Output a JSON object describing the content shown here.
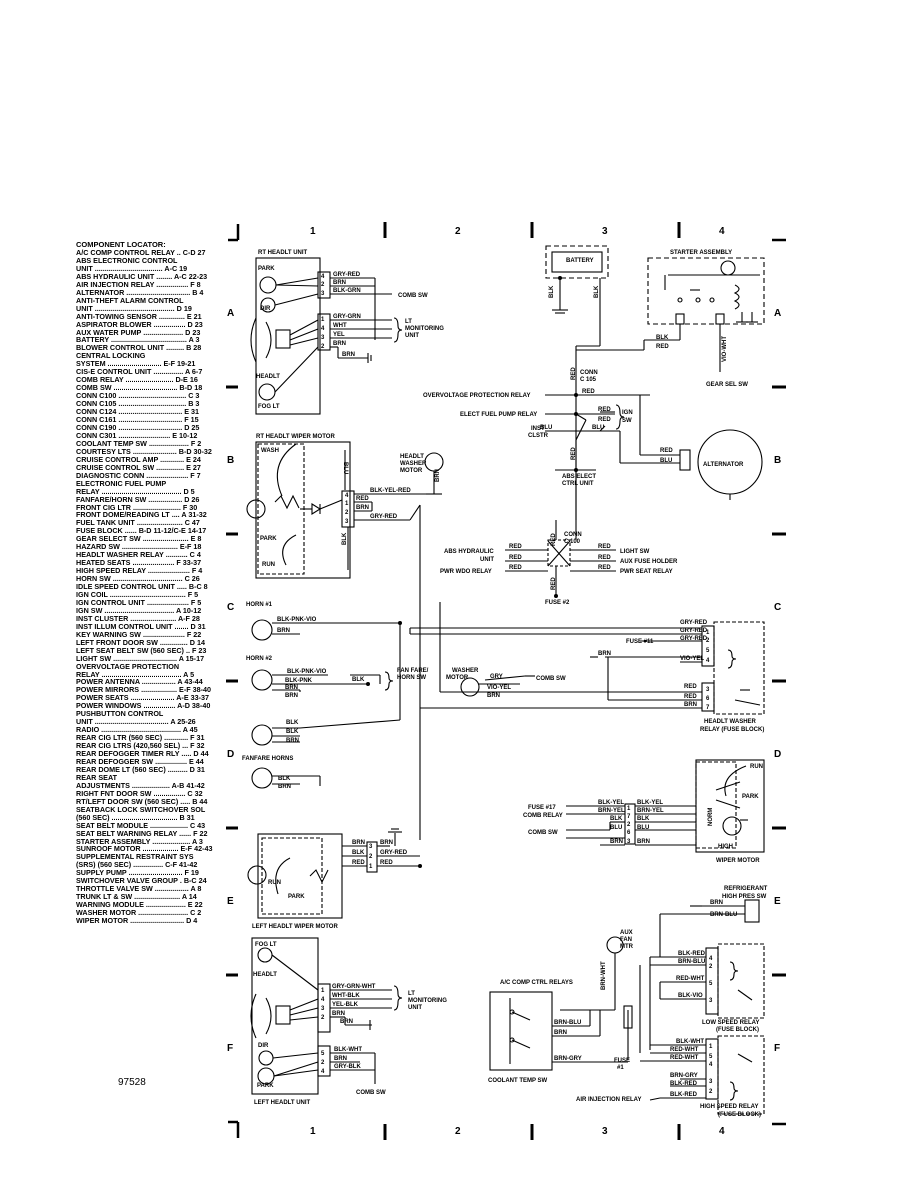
{
  "locator": {
    "title": "COMPONENT LOCATOR:",
    "entries": [
      "A/C COMP CONTROL RELAY .. C-D 27",
      "ABS ELECTRONIC CONTROL",
      "   UNIT .................................. A-C 19",
      "ABS HYDRAULIC UNIT ........ A-C 22-23",
      "AIR INJECTION RELAY ................ F 8",
      "ALTERNATOR ................................ B 4",
      "ANTI-THEFT ALARM CONTROL",
      "   UNIT ........................................ D 19",
      "ANTI-TOWING SENSOR ............. E 21",
      "ASPIRATOR BLOWER ................ D 23",
      "AUX WATER PUMP .................... D 23",
      "BATTERY ...................................... A 3",
      "BLOWER CONTROL UNIT ......... B 28",
      "CENTRAL LOCKING",
      "   SYSTEM ........................... E-F 19-21",
      "CIS-E CONTROL UNIT ............... A 6-7",
      "COMB RELAY ........................ D-E 16",
      "COMB SW ................................ B-D 18",
      "CONN C100 .................................. C 3",
      "CONN C105 .................................. B 3",
      "CONN C124 ................................ E 31",
      "CONN C161 ................................ F 15",
      "CONN C190 ................................ D 25",
      "CONN C301 .......................... E 10-12",
      "COOLANT TEMP SW .................... F 2",
      "COURTESY LTS ...................... B-D 30-32",
      "CRUISE CONTROL AMP ............ E 24",
      "CRUISE CONTROL SW .............. E 27",
      "DIAGNOSTIC CONN ..................... F 7",
      "ELECTRONIC FUEL PUMP",
      "   RELAY ........................................ D 5",
      "FANFARE/HORN SW ................. D 26",
      "FRONT CIG LTR ........................ F 30",
      "FRONT DOME/READING LT .... A 31-32",
      "FUEL TANK UNIT ....................... C 47",
      "FUSE BLOCK ...... B-D 11-12/C-E 14-17",
      "GEAR SELECT SW ....................... E 8",
      "HAZARD SW ............................ E-F 18",
      "HEADLT WASHER RELAY ........... C 4",
      "HEATED SEATS ..................... F 33-37",
      "HIGH SPEED RELAY ..................... F 4",
      "HORN SW ................................... C 26",
      "IDLE SPEED CONTROL UNIT ..... B-C 8",
      "IGN COIL ...................................... F 5",
      "IGN CONTROL UNIT ..................... F 5",
      "IGN SW ................................... A 10-12",
      "INST CLUSTER ....................... A-F 28",
      "INST ILLUM CONTROL UNIT ....... D 31",
      "KEY WARNING SW ..................... F 22",
      "LEFT FRONT DOOR SW .............. D 14",
      "LEFT SEAT BELT SW (560 SEC) .. F 23",
      "LIGHT SW ................................ A 15-17",
      "OVERVOLTAGE PROTECTION",
      "   RELAY ........................................ A 5",
      "POWER ANTENNA ................. A 43-44",
      "POWER MIRRORS .................. E-F 38-40",
      "POWER SEATS ...................... A-E 33-37",
      "POWER WINDOWS ................ A-D 38-40",
      "PUSHBUTTON CONTROL",
      "   UNIT ..................................... A 25-26",
      "RADIO ........................................ A 45",
      "REAR CIG LTR (560 SEC) ............ F 31",
      "REAR CIG LTRS (420,560 SEL) ... F 32",
      "REAR DEFOGGER TIMER RLY ..... D 44",
      "REAR DEFOGGER SW ................ E 44",
      "REAR DOME LT (560 SEC) .......... D 31",
      "REAR SEAT",
      "   ADJUSTMENTS ................... A-B 41-42",
      "RIGHT FNT DOOR SW ................ C 32",
      "RT/LEFT DOOR SW (560 SEC) ..... B 44",
      "SEATBACK LOCK SWITCHOVER SOL",
      "   (560 SEC) ................................. B 31",
      "SEAT BELT MODULE ................... C 43",
      "SEAT BELT WARNING RELAY ...... F 22",
      "STARTER ASSEMBLY ................... A 3",
      "SUNROOF MOTOR .................. E-F 42-43",
      "SUPPLEMENTAL RESTRAINT SYS",
      "   (SRS) (560 SEC) ............... C-F 41-42",
      "SUPPLY PUMP ........................... F 19",
      "SWITCHOVER VALVE GROUP . B-C 24",
      "THROTTLE VALVE SW ................. A 8",
      "TRUNK LT & SW ....................... A 14",
      "WARNING MODULE .................... E 22",
      "WASHER MOTOR ......................... C 2",
      "WIPER MOTOR ........................... D 4"
    ]
  },
  "grid": {
    "columns": [
      "1",
      "2",
      "3",
      "4"
    ],
    "rows": [
      "A",
      "B",
      "C",
      "D",
      "E",
      "F"
    ]
  },
  "doc_number": "97528",
  "diagram": {
    "rt_headlt_unit": {
      "title": "RT HEADLT UNIT",
      "park": "PARK",
      "dir": "DIR",
      "headlt": "HEADLT",
      "fog_lt": "FOG LT",
      "wires": [
        "GRY-RED",
        "BRN",
        "BLK-GRN",
        "GRY-GRN",
        "WHT",
        "YEL",
        "BRN",
        "BRN"
      ],
      "pins": [
        "4",
        "2",
        "3",
        "1",
        "4",
        "3",
        "2"
      ],
      "comb_sw": "COMB SW",
      "lt_monitoring": [
        "LT",
        "MONITORING",
        "UNIT"
      ]
    },
    "battery": "BATTERY",
    "battery_wires": [
      "BLK",
      "BLK"
    ],
    "starter_assembly": "STARTER ASSEMBLY",
    "starter_wires": [
      "BLK",
      "RED",
      "VIO-WHT"
    ],
    "gear_sel_sw": "GEAR SEL SW",
    "conn_c105": [
      "CONN",
      "C 105"
    ],
    "overvoltage": "OVERVOLTAGE PROTECTION RELAY",
    "elect_fuel_pump": "ELECT FUEL PUMP RELAY",
    "inst_clstr": [
      "INST",
      "CLSTR"
    ],
    "ign_sw": [
      "IGN",
      "SW"
    ],
    "abs_elect": [
      "ABS ELECT",
      "CTRL UNIT"
    ],
    "mid_wires": [
      "RED",
      "RED",
      "RED",
      "RED",
      "RED",
      "BLU",
      "BLU",
      "RED",
      "RED"
    ],
    "alternator": "ALTERNATOR",
    "alternator_wires": [
      "RED",
      "BLU"
    ],
    "rt_wiper": {
      "title": "RT HEADLT WIPER MOTOR",
      "wash": "WASH",
      "park": "PARK",
      "run": "RUN",
      "wires": [
        "BLK-YEL-RED",
        "RED",
        "BRN",
        "GRY-RED",
        "BLU",
        "BLK"
      ],
      "pins": [
        "4",
        "1",
        "2",
        "3"
      ]
    },
    "headlt_washer_motor": [
      "HEADLT",
      "WASHER",
      "MOTOR"
    ],
    "headlt_washer_motor_wire": "BRN",
    "conn_c100": [
      "CONN",
      "C 100"
    ],
    "abs_hydraulic": [
      "ABS HYDRAULIC",
      "UNIT"
    ],
    "pwr_wdo_relay": "PWR WDO RELAY",
    "c100_left_wires": [
      "RED",
      "RED",
      "RED"
    ],
    "c100_right_wires": [
      "RED",
      "RED",
      "RED"
    ],
    "c100_right_labels": [
      "LIGHT SW",
      "AUX FUSE HOLDER",
      "PWR SEAT RELAY"
    ],
    "c100_vertical": [
      "RED",
      "RED"
    ],
    "fuse2": "FUSE #2",
    "horns": {
      "horn1": "HORN #1",
      "horn2": "HORN #2",
      "fanfare": "FANFARE HORNS",
      "wires": [
        "BLK-PNK-VIO",
        "BRN",
        "BLK-PNK-VIO",
        "BLK-PNK",
        "BRN",
        "BRN",
        "BLK",
        "BLK",
        "BLK",
        "BRN",
        "BLK",
        "BRN"
      ],
      "fan_fare_sw": [
        "FAN FARE/",
        "HORN SW"
      ]
    },
    "washer_motor": [
      "WASHER",
      "MOTOR"
    ],
    "washer_wires": [
      "VIO-YEL",
      "BRN",
      "GRY",
      "BRN"
    ],
    "washer_comb_sw": "COMB SW",
    "fuse11": "FUSE #11",
    "relay_wires": [
      "GRY-RED",
      "GRY-RED",
      "GRY-RED",
      "VIO-YEL",
      "RED",
      "RED",
      "BRN"
    ],
    "relay_pins": [
      "1",
      "2",
      "5",
      "4",
      "3",
      "6",
      "7"
    ],
    "headlt_washer_relay": [
      "HEADLT WASHER",
      "RELAY (FUSE BLOCK)"
    ],
    "wiper_motor": {
      "title": "WIPER MOTOR",
      "run": "RUN",
      "park": "PARK",
      "norm": "NORM",
      "high": "HIGH",
      "fuse17": "FUSE #17",
      "comb_relay": "COMB RELAY",
      "comb_sw": "COMB SW",
      "left_wires": [
        "BLK-YEL",
        "BRN-YEL",
        "BLK",
        "BLU",
        "BRN"
      ],
      "right_wires": [
        "BLK-YEL",
        "BRN-YEL",
        "BLK",
        "BLU",
        "BRN"
      ],
      "pins": [
        "1",
        "7",
        "2",
        "6",
        "3"
      ]
    },
    "left_wiper": {
      "title": "LEFT HEADLT WIPER MOTOR",
      "run": "RUN",
      "park": "PARK",
      "wires": [
        "BRN",
        "BLK",
        "RED",
        "BRN",
        "GRY-RED",
        "RED"
      ],
      "pins": [
        "3",
        "2",
        "1"
      ]
    },
    "refrigerant": [
      "REFRIGERANT",
      "HIGH PRES SW"
    ],
    "refrig_wires": [
      "BRN",
      "BRN-BLU"
    ],
    "aux_fan": [
      "AUX",
      "FAN",
      "MTR"
    ],
    "aux_fan_wire": "BRN-WHT",
    "low_relay_wires": [
      "BLK-RED",
      "BRN-BLU",
      "RED-WHT",
      "BLK-VIO"
    ],
    "low_relay_pins": [
      "4",
      "2",
      "5",
      "3"
    ],
    "low_speed_relay": [
      "LOW SPEED RELAY",
      "(FUSE BLOCK)"
    ],
    "ac_comp_relays": "A/C COMP CTRL RELAYS",
    "ac_wires": [
      "BRN-BLU",
      "BRN",
      "BRN-GRY"
    ],
    "coolant_temp": "COOLANT TEMP SW",
    "fuse1": [
      "FUSE",
      "#1"
    ],
    "high_relay_wires": [
      "BLK-WHT",
      "RED-WHT",
      "RED-WHT",
      "BRN-GRY",
      "BLK-RED",
      "BLK-RED"
    ],
    "high_relay_pins": [
      "1",
      "5",
      "4",
      "3",
      "2"
    ],
    "high_speed_relay": [
      "HIGH SPEED RELAY",
      "(FUSE BLOCK)"
    ],
    "air_injection": "AIR INJECTION RELAY",
    "left_headlt": {
      "title": "LEFT HEADLT UNIT",
      "fog_lt": "FOG LT",
      "headlt": "HEADLT",
      "dir": "DIR",
      "park": "PARK",
      "wires": [
        "GRY-GRN-WHT",
        "WHT-BLK",
        "YEL-BLK",
        "BRN",
        "BRN",
        "BLK-WHT",
        "BRN",
        "GRY-BLK"
      ],
      "pins": [
        "1",
        "4",
        "3",
        "2",
        "5",
        "2",
        "4"
      ],
      "lt_monitoring": [
        "LT",
        "MONITORING",
        "UNIT"
      ],
      "comb_sw": "COMB SW"
    }
  }
}
